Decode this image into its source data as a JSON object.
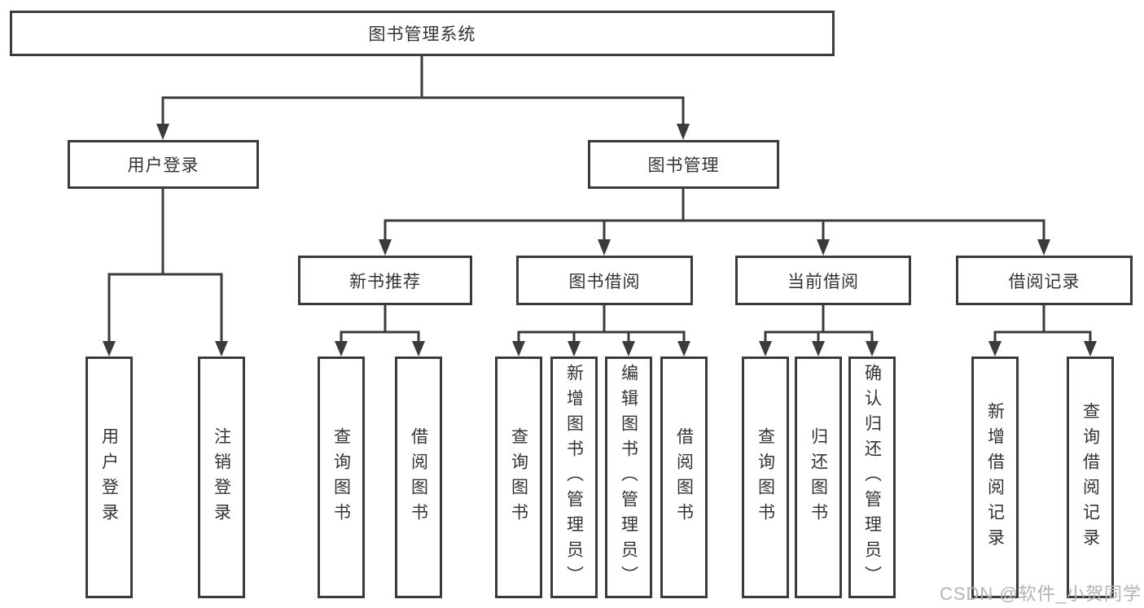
{
  "tree": {
    "root": {
      "label": "图书管理系统",
      "children": [
        {
          "label": "用户登录",
          "children": [
            {
              "label": "用户登录"
            },
            {
              "label": "注销登录"
            }
          ]
        },
        {
          "label": "图书管理",
          "children": [
            {
              "label": "新书推荐",
              "children": [
                {
                  "label": "查询图书"
                },
                {
                  "label": "借阅图书"
                }
              ]
            },
            {
              "label": "图书借阅",
              "children": [
                {
                  "label": "查询图书"
                },
                {
                  "label": "新增图书（管理员）"
                },
                {
                  "label": "编辑图书（管理员）"
                },
                {
                  "label": "借阅图书"
                }
              ]
            },
            {
              "label": "当前借阅",
              "children": [
                {
                  "label": "查询图书"
                },
                {
                  "label": "归还图书"
                },
                {
                  "label": "确认归还（管理员）"
                }
              ]
            },
            {
              "label": "借阅记录",
              "children": [
                {
                  "label": "新增借阅记录"
                },
                {
                  "label": "查询借阅记录"
                }
              ]
            }
          ]
        }
      ]
    }
  },
  "watermark": "CSDN @软件_小贺同学",
  "colors": {
    "line": "#3b3b3b",
    "box_border": "#3b3b3b",
    "text": "#333333",
    "watermark": "#b3b3b3",
    "background": "#ffffff"
  }
}
